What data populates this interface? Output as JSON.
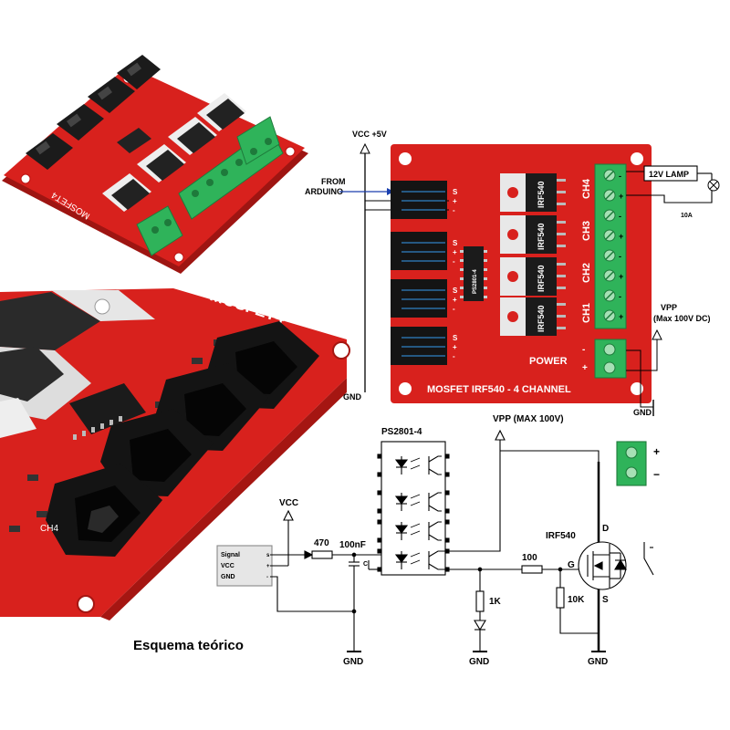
{
  "board_photo": {
    "silkscreen": "MOSFET4"
  },
  "closeup_photo": {
    "silkscreen": "MOSFET4",
    "channel_label": "CH4"
  },
  "board_diagram": {
    "vcc_label": "VCC +5V",
    "input_label_line1": "FROM",
    "input_label_line2": "ARDUINO",
    "pin_s": "S",
    "pin_plus": "+",
    "pin_minus": "-",
    "ic_label": "PS2801-4",
    "mosfet_label": "IRF540",
    "channels": [
      "CH4",
      "CH3",
      "CH2",
      "CH1"
    ],
    "power_label": "POWER",
    "title": "MOSFET IRF540 - 4 CHANNEL",
    "lamp_label": "12V LAMP",
    "fuse_label": "10A",
    "vpp_label_line1": "VPP",
    "vpp_label_line2": "(Max 100V DC)",
    "gnd_left": "GND",
    "gnd_right": "GND"
  },
  "schematic": {
    "ic_title": "PS2801-4",
    "vpp_label": "VPP (MAX 100V)",
    "vcc_label": "VCC",
    "conn_signal": "Signal",
    "conn_vcc": "VCC",
    "conn_gnd": "GND",
    "pin_s": "s",
    "pin_plus": "+",
    "pin_minus": "-",
    "r_in": "470",
    "cap": "100nF",
    "cap_pin": "C",
    "r_gate": "100",
    "r_led": "1K",
    "r_pulldown": "10K",
    "mosfet": "IRF540",
    "pin_d": "D",
    "pin_g": "G",
    "pin_s_mos": "S",
    "out_plus": "+",
    "out_minus": "−",
    "gnd1": "GND",
    "gnd2": "GND",
    "gnd3": "GND"
  },
  "caption": "Esquema teórico",
  "colors": {
    "pcb_red": "#d8211d",
    "terminal_green": "#2fb35a",
    "header_black": "#1b1b1b"
  }
}
